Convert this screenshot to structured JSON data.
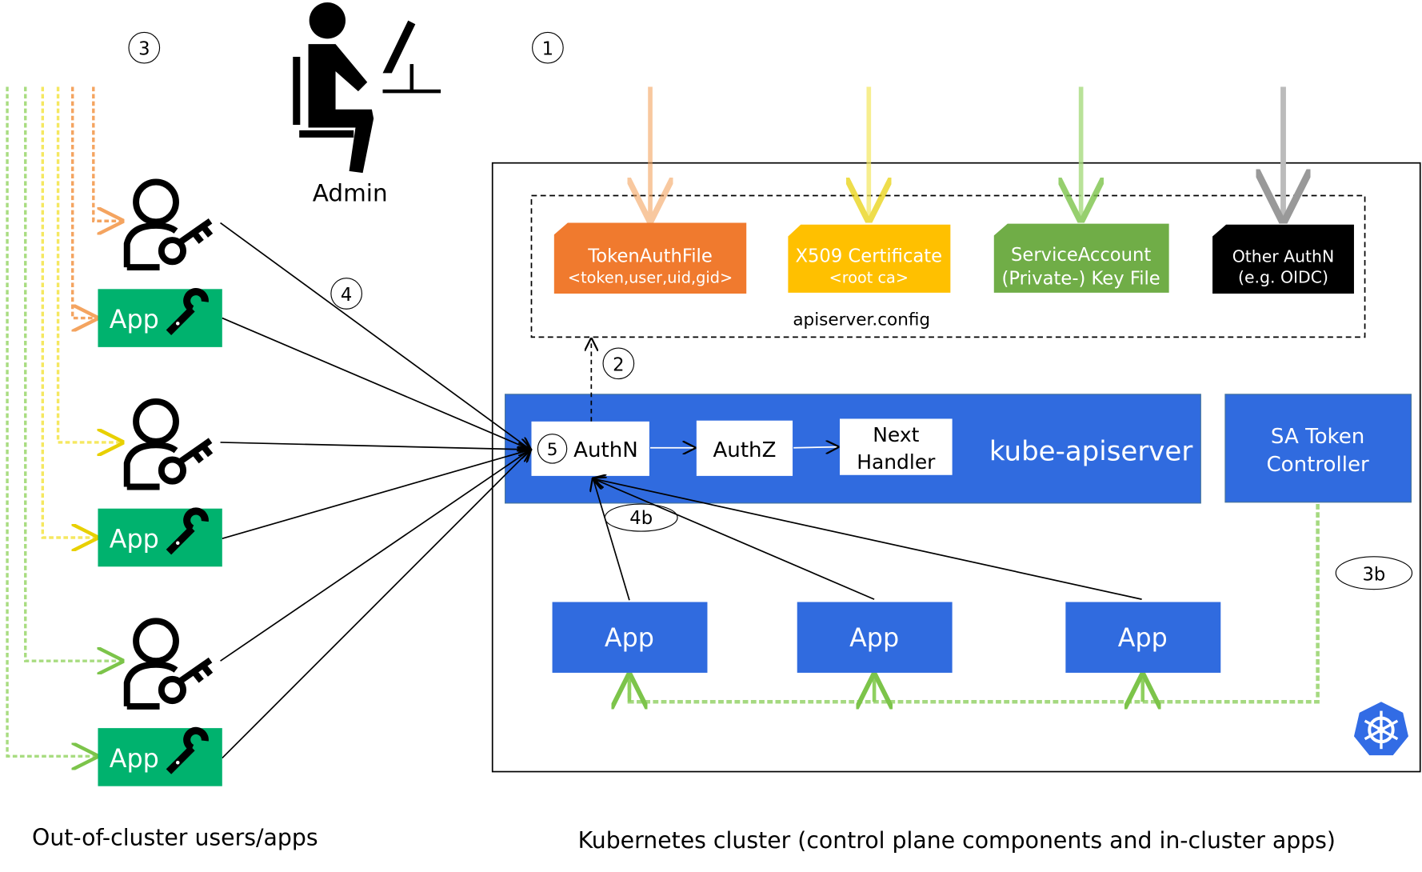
{
  "admin": {
    "label": "Admin"
  },
  "steps": {
    "s1": "1",
    "s2": "2",
    "s3": "3",
    "s3b": "3b",
    "s4": "4",
    "s4b": "4b",
    "s5": "5"
  },
  "config": {
    "label": "apiserver.config",
    "files": [
      {
        "title": "TokenAuthFile",
        "sub": "<token,user,uid,gid>",
        "color": "#F07A2E"
      },
      {
        "title": "X509 Certificate",
        "sub": "<root ca>",
        "color": "#FFC000"
      },
      {
        "title": "ServiceAccount",
        "sub": "(Private-) Key File",
        "color": "#70AD47"
      },
      {
        "title": "Other AuthN",
        "sub": "(e.g. OIDC)",
        "color": "#000000"
      }
    ]
  },
  "apiserver": {
    "label": "kube-apiserver",
    "authn": "AuthN",
    "authz": "AuthZ",
    "next1": "Next",
    "next2": "Handler",
    "color": "#306BDF"
  },
  "sa_controller": {
    "line1": "SA Token",
    "line2": "Controller"
  },
  "outside_apps": {
    "label": "App",
    "color": "#00B26E"
  },
  "inside_apps": {
    "label": "App"
  },
  "captions": {
    "left": "Out-of-cluster users/apps",
    "right": "Kubernetes cluster (control plane components and in-cluster apps)"
  }
}
